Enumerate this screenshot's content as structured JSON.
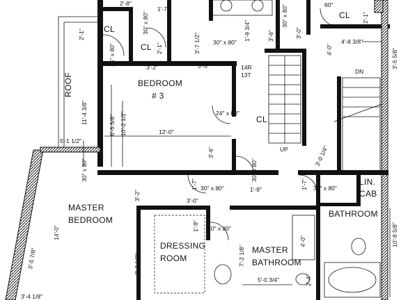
{
  "rooms": {
    "roof": "ROOF",
    "bedroom3_line1": "BEDROOM",
    "bedroom3_line2": "# 3",
    "master_bedroom_line1": "MASTER",
    "master_bedroom_line2": "BEDROOM",
    "dressing_line1": "DRESSING",
    "dressing_line2": "ROOM",
    "master_bath_line1": "MASTER",
    "master_bath_line2": "BATHROOM",
    "bathroom": "BATHROOM",
    "lin_line1": "LIN.",
    "lin_line2": "CAB",
    "cl_top_left_a": "CL",
    "cl_top_left_b": "CL",
    "cl_top_right": "CL",
    "cl_center": "CL",
    "stair_up": "UP",
    "stair_dn": "DN",
    "stair_risers_a": "14R",
    "stair_risers_b": "13T"
  },
  "dims": {
    "d_2_8": "2'-8\"",
    "d_30x80_a": "30\" x 80\"",
    "d_1_7": "1'-7\"",
    "d_2_1_a": "2'-1\"",
    "d_24x80_a": "24\" x 80\"",
    "d_2_1_b": "2'-1\"",
    "d_3_7_half": "3'-7 1/2\"",
    "d_3_2": "3'-2\"",
    "d_5_5": "5'-5\"",
    "d_30x80_b": "30\" x 80\"",
    "d_1_9_34": "1'-9 3/4\"",
    "d_3_6_a": "3'-6\"",
    "d_3_0_a": "3'-0\"",
    "d_30x80_top": "30\" x 80\"",
    "d_60": "60\"",
    "d_2_1_c": "2'-1\"",
    "d_4_8_38": "4'-8 3/8\"",
    "d_4_0": "4'-0\"",
    "d_3_5_58": "3'-5 5/8\"",
    "d_11_4_38": "11'-4 3/8\"",
    "d_6_5_58": "6'-5 5/8\"",
    "d_10_2_half": "10'-2 1/2\"",
    "d_24x80_b": "24\" x 80\"",
    "d_12_0": "12'-0\"",
    "d_5_1_half": "5'-1 1/2\"",
    "d_30x80_c": "30\" x 80\"",
    "d_3_6_b": "3'-6\"",
    "d_30x80_d": "30\" x 80\"",
    "d_3_0_14": "3'-0 1/4\"",
    "d_3_2_b": "3'-2\"",
    "d_1_7_b": "1'-7\"",
    "d_30x80_e": "30\" x 80\"",
    "d_1_9": "1'-9\"",
    "d_1_7_c": "1'-7\"",
    "d_30x80_f": "30\" x 80\"",
    "d_3_0_b": "3'-0\"",
    "d_14_0": "14'-0\"",
    "d_3_5_78": "3'-5 7/8\"",
    "d_3_4_18": "3'-4 1/8\"",
    "d_1_9_b": "1'-9\"",
    "d_30x80_g": "30\" x 80\"",
    "d_8_3_18": "8'-3 1/8\"",
    "d_7_2_18": "7'-2 1/8\"",
    "d_4_0_b": "4'-0\"",
    "d_5_0_34": "5'-0 3/4\"",
    "d_2_4": "2'-4\"",
    "d_10_8_58": "10'-8 5/8\""
  }
}
